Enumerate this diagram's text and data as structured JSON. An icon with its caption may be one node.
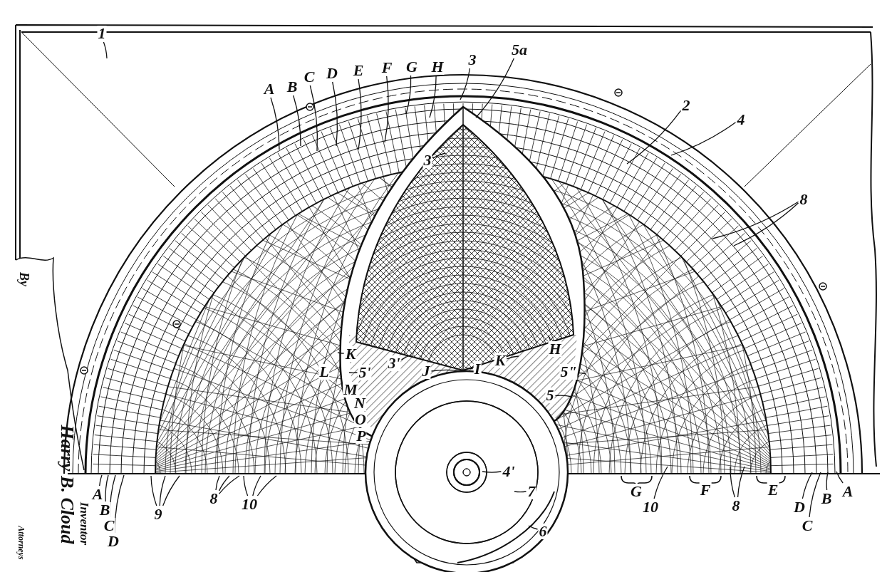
{
  "diagram": {
    "nodes": [
      {
        "text": [
          "1"
        ]
      },
      {
        "text": [
          "A"
        ]
      },
      {
        "text": [
          "B"
        ]
      },
      {
        "text": [
          "C"
        ]
      },
      {
        "text": [
          "D"
        ]
      },
      {
        "text": [
          "E"
        ]
      },
      {
        "text": [
          "F"
        ]
      },
      {
        "text": [
          "G"
        ]
      },
      {
        "text": [
          "H"
        ]
      },
      {
        "text": [
          "3"
        ]
      },
      {
        "text": [
          "5a"
        ]
      },
      {
        "text": [
          "2"
        ]
      },
      {
        "text": [
          "4"
        ]
      },
      {
        "text": [
          "8"
        ]
      },
      {
        "text": [
          "3"
        ]
      },
      {
        "text": [
          "K"
        ]
      },
      {
        "text": [
          "L"
        ]
      },
      {
        "text": [
          "5'"
        ]
      },
      {
        "text": [
          "M"
        ]
      },
      {
        "text": [
          "3'"
        ]
      },
      {
        "text": [
          "J"
        ]
      },
      {
        "text": [
          "I"
        ]
      },
      {
        "text": [
          "K"
        ]
      },
      {
        "text": [
          "H"
        ]
      },
      {
        "text": [
          "5\""
        ]
      },
      {
        "text": [
          "5"
        ]
      },
      {
        "text": [
          "4'"
        ]
      },
      {
        "text": [
          "7"
        ]
      },
      {
        "text": [
          "6"
        ]
      },
      {
        "text": [
          "9"
        ]
      },
      {
        "text": [
          "8"
        ]
      },
      {
        "text": [
          "10"
        ]
      },
      {
        "text": [
          "A"
        ]
      },
      {
        "text": [
          "B"
        ]
      },
      {
        "text": [
          "C"
        ]
      },
      {
        "text": [
          "D"
        ]
      },
      {
        "text": [
          "10"
        ]
      },
      {
        "text": [
          "8"
        ]
      },
      {
        "text": [
          "D"
        ]
      },
      {
        "text": [
          "C"
        ]
      },
      {
        "text": [
          "B"
        ]
      },
      {
        "text": [
          "A"
        ]
      },
      {
        "text": [
          "N"
        ]
      },
      {
        "text": [
          "O"
        ]
      },
      {
        "text": [
          "P"
        ]
      },
      {
        "text": [
          "G"
        ]
      },
      {
        "text": [
          "F"
        ]
      },
      {
        "text": [
          "E"
        ]
      }
    ],
    "edges": [
      {
        "from": 0,
        "to": null,
        "arrow": "none"
      },
      {
        "from": 1,
        "to": null,
        "arrow": "none"
      },
      {
        "from": 2,
        "to": null,
        "arrow": "none"
      },
      {
        "from": 3,
        "to": null,
        "arrow": "none"
      },
      {
        "from": 4,
        "to": null,
        "arrow": "none"
      },
      {
        "from": 5,
        "to": null,
        "arrow": "none"
      },
      {
        "from": 6,
        "to": null,
        "arrow": "none"
      },
      {
        "from": 7,
        "to": null,
        "arrow": "none"
      },
      {
        "from": 8,
        "to": null,
        "arrow": "none"
      },
      {
        "from": 9,
        "to": null,
        "arrow": "none"
      },
      {
        "from": 10,
        "to": null,
        "arrow": "none"
      },
      {
        "from": 11,
        "to": null,
        "arrow": "none"
      },
      {
        "from": 12,
        "to": null,
        "arrow": "none"
      },
      {
        "from": 13,
        "to": null,
        "arrow": "none"
      },
      {
        "from": 13,
        "to": null,
        "arrow": "none"
      },
      {
        "from": 14,
        "to": null,
        "arrow": "none"
      },
      {
        "from": 15,
        "to": null,
        "arrow": "none"
      },
      {
        "from": 17,
        "to": null,
        "arrow": "none"
      },
      {
        "from": 19,
        "to": null,
        "arrow": "none"
      },
      {
        "from": 20,
        "to": null,
        "arrow": "none"
      },
      {
        "from": 21,
        "to": null,
        "arrow": "none"
      },
      {
        "from": 22,
        "to": null,
        "arrow": "none"
      },
      {
        "from": 23,
        "to": null,
        "arrow": "none"
      },
      {
        "from": 24,
        "to": null,
        "arrow": "none"
      },
      {
        "from": 25,
        "to": null,
        "arrow": "none"
      },
      {
        "from": 26,
        "to": null,
        "arrow": "none"
      },
      {
        "from": 27,
        "to": null,
        "arrow": "none"
      },
      {
        "from": 28,
        "to": null,
        "arrow": "none"
      },
      {
        "from": 29,
        "to": null,
        "arrow": "none"
      },
      {
        "from": 29,
        "to": null,
        "arrow": "none"
      },
      {
        "from": 29,
        "to": null,
        "arrow": "none"
      },
      {
        "from": 30,
        "to": null,
        "arrow": "none"
      },
      {
        "from": 30,
        "to": null,
        "arrow": "none"
      },
      {
        "from": 30,
        "to": null,
        "arrow": "none"
      },
      {
        "from": 31,
        "to": null,
        "arrow": "none"
      },
      {
        "from": 31,
        "to": null,
        "arrow": "none"
      },
      {
        "from": 31,
        "to": null,
        "arrow": "none"
      },
      {
        "from": 32,
        "to": null,
        "arrow": "none"
      },
      {
        "from": 33,
        "to": null,
        "arrow": "none"
      },
      {
        "from": 34,
        "to": null,
        "arrow": "none"
      },
      {
        "from": 35,
        "to": null,
        "arrow": "none"
      },
      {
        "from": 36,
        "to": null,
        "arrow": "none"
      },
      {
        "from": 37,
        "to": null,
        "arrow": "none"
      },
      {
        "from": 37,
        "to": null,
        "arrow": "none"
      },
      {
        "from": 38,
        "to": null,
        "arrow": "none"
      },
      {
        "from": 39,
        "to": null,
        "arrow": "none"
      },
      {
        "from": 40,
        "to": null,
        "arrow": "none"
      },
      {
        "from": 41,
        "to": null,
        "arrow": "none"
      }
    ],
    "labels": [
      "By",
      "Harry B. Cloud",
      "Inventor",
      "Attorneys"
    ]
  }
}
